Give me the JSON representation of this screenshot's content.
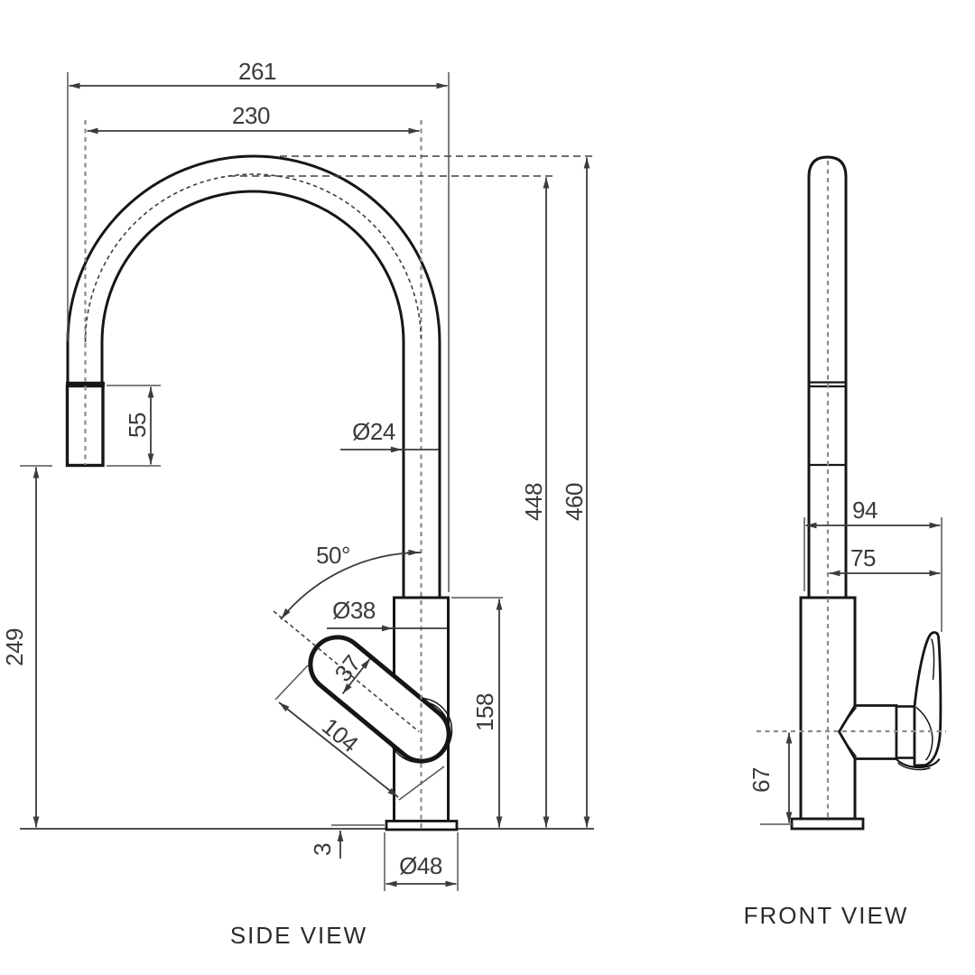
{
  "drawing_units": "mm",
  "side_view": {
    "caption": "SIDE VIEW",
    "overall_reach": "261",
    "reach_to_spout_centerline": "230",
    "spray_head_length": "55",
    "spout_clearance_height": "249",
    "spout_tube_diameter": "Ø24",
    "handle_angle": "50°",
    "body_diameter": "Ø38",
    "handle_width": "37",
    "handle_length": "104",
    "body_height": "158",
    "height_to_spout_centerline": "448",
    "overall_height": "460",
    "base_plate_thickness": "3",
    "base_plate_diameter": "Ø48"
  },
  "front_view": {
    "caption": "FRONT VIEW",
    "handle_reach_overall": "94",
    "handle_reach_from_centerline": "75",
    "handle_centerline_height": "67"
  },
  "colors": {
    "outline": "#161616",
    "dimension": "#3b3b3b",
    "centerline": "#8c8c8c",
    "background": "#ffffff"
  }
}
